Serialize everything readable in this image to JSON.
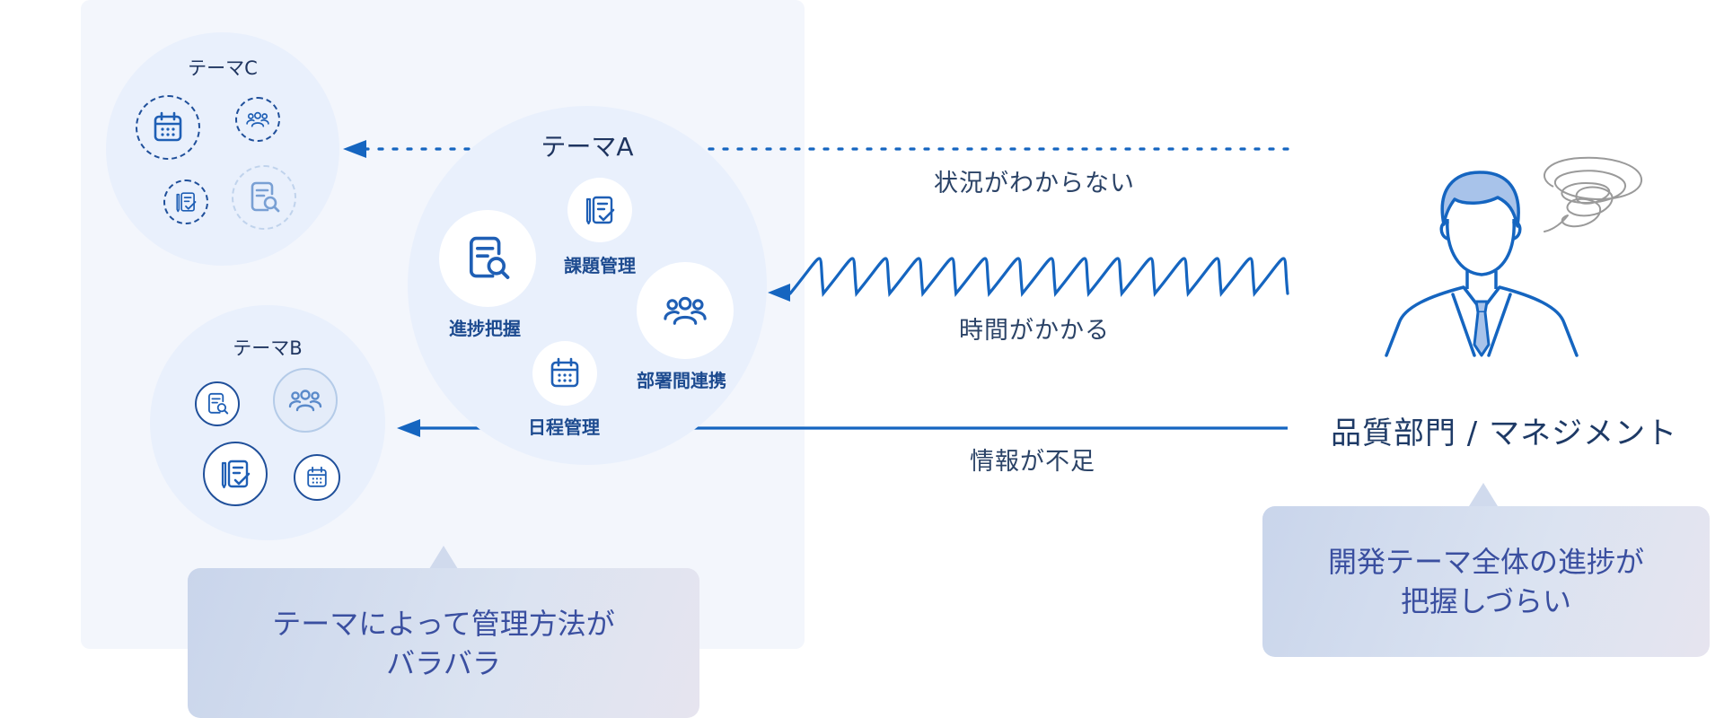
{
  "themes": {
    "a": {
      "title": "テーマA",
      "items": {
        "progress": "進捗把握",
        "issues": "課題管理",
        "interdept": "部署間連携",
        "schedule": "日程管理"
      }
    },
    "b": {
      "title": "テーマB"
    },
    "c": {
      "title": "テーマC"
    }
  },
  "arrows": {
    "unclear": "状況がわからない",
    "time": "時間がかかる",
    "lack": "情報が不足"
  },
  "management": {
    "label": "品質部門 / マネジメント"
  },
  "callouts": {
    "left": {
      "line1": "テーマによって管理方法が",
      "line2": "バラバラ"
    },
    "right": {
      "line1": "開発テーマ全体の進捗が",
      "line2": "把握しづらい"
    }
  },
  "icons": [
    "calendar-icon",
    "team-icon",
    "task-check-icon",
    "search-document-icon",
    "person-icon",
    "scribble-icon",
    "arrowhead-icon"
  ],
  "colors": {
    "primary": "#1565c0",
    "circle_bg": "#e9f0fc",
    "panel_bg": "#f3f6fc",
    "callout_text": "#3a4fa0"
  }
}
